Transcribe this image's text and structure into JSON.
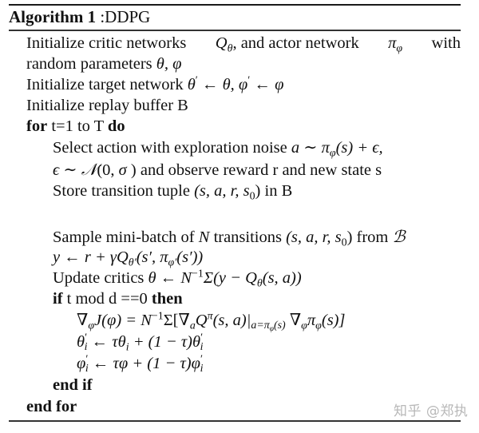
{
  "algorithm": {
    "label": "Algorithm 1",
    "title": ":DDPG",
    "lines": [
      {
        "indent": 0,
        "text": "Initialize critic networks Q_θ, and actor network π_φ with"
      },
      {
        "indent": 0,
        "text": "random parameters θ, φ"
      },
      {
        "indent": 0,
        "text": "Initialize target network θ′ ← θ, φ′ ← φ"
      },
      {
        "indent": 0,
        "text": "Initialize replay buffer B"
      },
      {
        "indent": 0,
        "text": "for t=1 to T do"
      },
      {
        "indent": 1,
        "text": "Select action with exploration noise a ∼ π_φ(s) + ϵ,"
      },
      {
        "indent": 1,
        "text": "ϵ ∼ 𝒩(0, σ ) and observe reward r and new state s"
      },
      {
        "indent": 1,
        "text": "Store transition tuple (s, a, r, s_0) in B"
      },
      {
        "indent": 1,
        "text": ""
      },
      {
        "indent": 1,
        "text": "Sample mini-batch of N transitions (s, a, r, s_0) from ℬ"
      },
      {
        "indent": 1,
        "text": "y ← r + γQ_θ′(s′, π_φ′(s′))"
      },
      {
        "indent": 1,
        "text": "Update critics θ ← N⁻¹Σ(y − Q_θ(s, a))"
      },
      {
        "indent": 1,
        "text": "if t mod d ==0 then"
      },
      {
        "indent": 2,
        "text": "∇_φJ(φ) = N⁻¹Σ[∇_aQ^π(s, a)|_{a=π_φ(s)} ∇_φπ_φ(s)]"
      },
      {
        "indent": 2,
        "text": "θ′_i ← τθ_i + (1 − τ)θ′_i"
      },
      {
        "indent": 2,
        "text": "φ′_i ← τφ + (1 − τ)φ′_i"
      },
      {
        "indent": 1,
        "text": "end if"
      },
      {
        "indent": 0,
        "text": "end for"
      }
    ],
    "tokens": {
      "l1_a": "Initialize critic networks",
      "l1_b": "Q",
      "l1_b_sub": "θ",
      "l1_c": ", and actor network",
      "l1_d": "π",
      "l1_d_sub": "φ",
      "l1_e": "with",
      "l2_a": "random parameters",
      "l2_b": "θ, φ",
      "l3_a": "Initialize target network",
      "l3_b": "θ",
      "l3_prime": "′",
      "l3_c": " ← θ, φ",
      "l3_prime2": "′",
      "l3_d": " ← φ",
      "l4": "Initialize replay buffer B",
      "l5_for": "for",
      "l5_mid": " t=1 to T ",
      "l5_do": "do",
      "l6_a": "Select action with exploration noise ",
      "l6_b": "a",
      "l6_c": " ∼ π",
      "l6_sub": "φ",
      "l6_d": "(s)",
      "l6_e": " + ϵ,",
      "l7_a": "ϵ ∼ ",
      "l7_N": "𝒩",
      "l7_b": "(0, ",
      "l7_sigma": "σ",
      "l7_c": " ) and observe reward r and new state s",
      "l8_a": "Store transition tuple ",
      "l8_b": "(s, a, r, s",
      "l8_sub": "0",
      "l8_c": ")",
      "l8_d": " in B",
      "l10_a": "Sample mini-batch of ",
      "l10_N": "N",
      "l10_b": " transitions ",
      "l10_c": "(s, a, r, s",
      "l10_sub": "0",
      "l10_d": ")",
      "l10_e": " from ",
      "l10_B": "ℬ",
      "l11_a": "y ← r + γQ",
      "l11_sub": "θ′",
      "l11_b": "(s′, π",
      "l11_sub2": "φ′",
      "l11_c": "(s′))",
      "l12_a": "Update critics ",
      "l12_b": "θ ← N",
      "l12_sup": "−1",
      "l12_c": "Σ(y − Q",
      "l12_sub": "θ",
      "l12_d": "(s, a))",
      "l13_if": "if",
      "l13_mid": " t mod d ==0 ",
      "l13_then": "then",
      "l14_a": "∇",
      "l14_sub1": "φ",
      "l14_b": "J(φ) = N",
      "l14_sup": "−1",
      "l14_c": "Σ[∇",
      "l14_sub2": "a",
      "l14_d": "Q",
      "l14_sup2": "π",
      "l14_e": "(s, a)|",
      "l14_sub3": "a=π",
      "l14_sub3b": "φ",
      "l14_sub3c": "(s)",
      "l14_f": " ∇",
      "l14_sub4": "φ",
      "l14_g": "π",
      "l14_sub5": "φ",
      "l14_h": "(s)]",
      "l15_a": "θ",
      "l15_sp": "′",
      "l15_sub": "i",
      "l15_b": " ← τθ",
      "l15_sub2": "i",
      "l15_c": " + (1 − τ)θ",
      "l15_sp2": "′",
      "l15_sub3": "i",
      "l16_a": "φ",
      "l16_sp": "′",
      "l16_sub": "i",
      "l16_b": " ← τφ + (1 − τ)φ",
      "l16_sp2": "′",
      "l16_sub2": "i",
      "l17_endif": "end if",
      "l18_endfor": "end for"
    }
  },
  "watermark": "知乎 @郑执"
}
